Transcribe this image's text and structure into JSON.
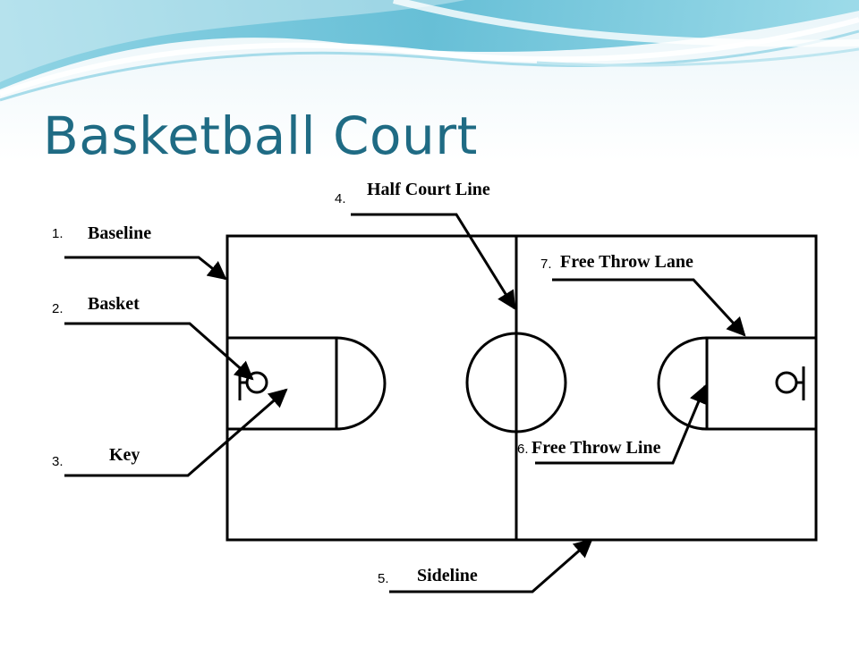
{
  "slide": {
    "title": "Basketball Court"
  },
  "labels": [
    {
      "id": "baseline",
      "number": "1.",
      "text": "Baseline"
    },
    {
      "id": "basket",
      "number": "2.",
      "text": "Basket"
    },
    {
      "id": "key",
      "number": "3.",
      "text": "Key"
    },
    {
      "id": "half-court-line",
      "number": "4.",
      "text": "Half Court Line"
    },
    {
      "id": "sideline",
      "number": "5.",
      "text": "Sideline"
    },
    {
      "id": "free-throw-line",
      "number": "6.",
      "text": "Free Throw Line"
    },
    {
      "id": "free-throw-lane",
      "number": "7.",
      "text": "Free Throw Lane"
    }
  ],
  "colors": {
    "title": "#1f6b84",
    "wave_dark": "#3fa9c7",
    "wave_light": "#a9dcea",
    "lines": "#000000"
  }
}
